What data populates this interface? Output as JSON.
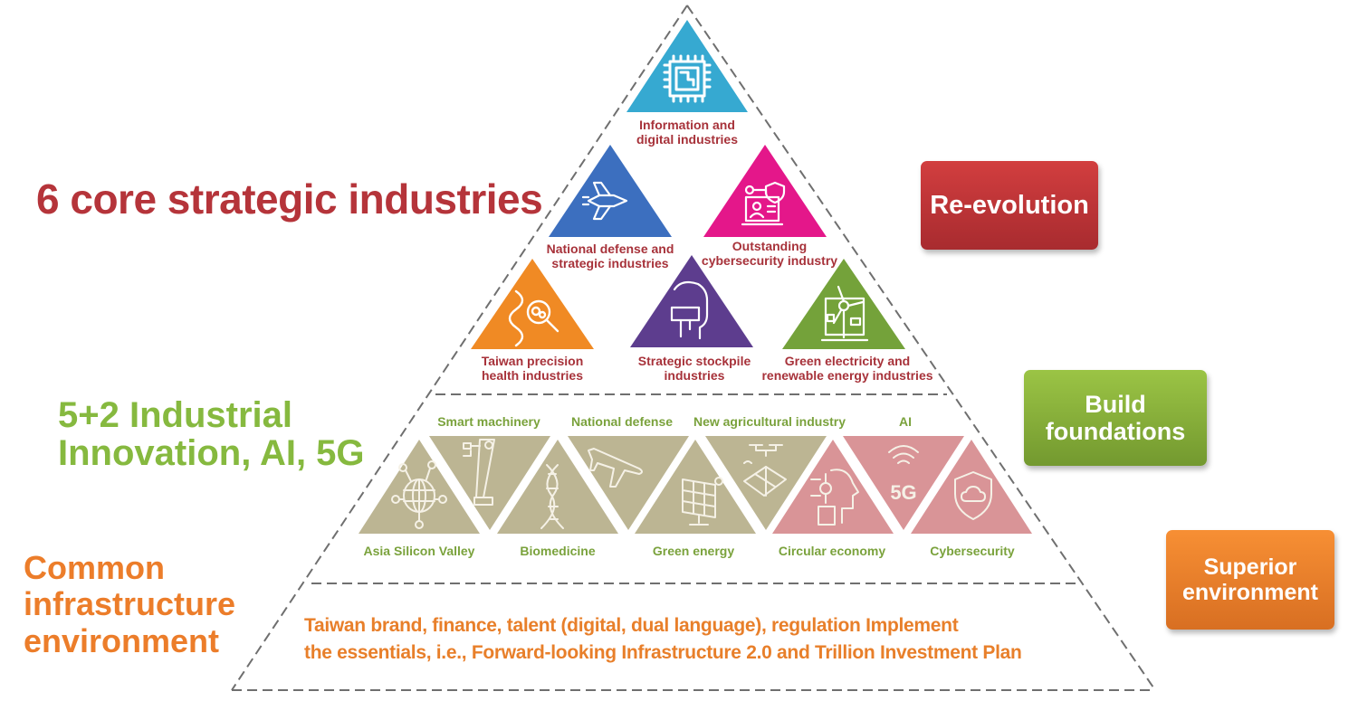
{
  "diagram": {
    "type": "pyramid",
    "colors": {
      "outline": "#6f6f6f",
      "tier1_text": "#a7323a",
      "tier2_text": "#7aa23c",
      "tier3_text": "#e87f2a",
      "khaki": "#bcb593",
      "rose": "#d99497"
    }
  },
  "left_headings": {
    "tier1": "6 core strategic industries",
    "tier2_line1": "5+2 Industrial",
    "tier2_line2": "Innovation, AI, 5G",
    "tier3_line1": "Common",
    "tier3_line2": "infrastructure",
    "tier3_line3": "environment"
  },
  "right_badges": {
    "tier1": {
      "label": "Re-evolution",
      "color": "#c43a3b"
    },
    "tier2": {
      "label_line1": "Build",
      "label_line2": "foundations",
      "color": "#86ad3a"
    },
    "tier3": {
      "label_line1": "Superior",
      "label_line2": "environment",
      "color": "#f0842d"
    }
  },
  "tier1_industries": [
    {
      "line1": "Information and",
      "line2": "digital industries",
      "icon": "cpu-chip-icon",
      "color": "#36a9d1"
    },
    {
      "line1": "National defense and",
      "line2": "strategic industries",
      "icon": "fighter-jet-icon",
      "color": "#3c6fbf"
    },
    {
      "line1": "Outstanding",
      "line2": "cybersecurity industry",
      "icon": "laptop-shield-icon",
      "color": "#e4178a"
    },
    {
      "line1": "Taiwan precision",
      "line2": "health industries",
      "icon": "dna-magnifier-icon",
      "color": "#f08a24"
    },
    {
      "line1": "Strategic stockpile",
      "line2": "industries",
      "icon": "vr-headset-icon",
      "color": "#5d3d8e"
    },
    {
      "line1": "Green electricity and",
      "line2": "renewable energy industries",
      "icon": "wind-turbine-icon",
      "color": "#74a23a"
    }
  ],
  "tier2_industries": {
    "top_labels": [
      "Smart machinery",
      "National defense",
      "New agricultural industry",
      "AI"
    ],
    "bottom_labels": [
      "Asia Silicon Valley",
      "Biomedicine",
      "Green energy",
      "Circular economy",
      "Cybersecurity"
    ],
    "icons": [
      "globe-network-icon",
      "robot-arm-icon",
      "dna-icon",
      "airplane-icon",
      "solar-panel-icon",
      "drone-farm-icon",
      "ai-head-icon",
      "wifi-5g-icon",
      "shield-cloud-icon"
    ],
    "icon_5g_text": "5G"
  },
  "tier3": {
    "line1": "Taiwan brand, finance, talent (digital, dual language), regulation Implement",
    "line2": "the essentials, i.e., Forward-looking Infrastructure 2.0 and Trillion Investment Plan"
  }
}
